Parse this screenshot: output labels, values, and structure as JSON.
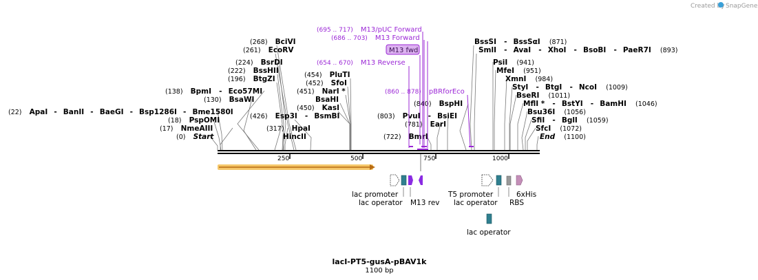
{
  "credit": {
    "text": "Created by",
    "brand": "SnapGene"
  },
  "title": "lacI-PT5-gusA-pBAV1k",
  "subtitle": "1100 bp",
  "sequence_length": 1100,
  "axis_ticks": [
    250,
    500,
    750,
    1000
  ],
  "enzymes": [
    {
      "pos": "(22)",
      "items": [
        "ApaI",
        "BanII",
        "BaeGI",
        "Bsp1286I",
        "Bme1580I"
      ]
    },
    {
      "pos": "(18)",
      "items": [
        "PspOMI"
      ]
    },
    {
      "pos": "(17)",
      "items": [
        "NmeAIII"
      ]
    },
    {
      "pos": "(0)",
      "items": [
        "Start"
      ]
    },
    {
      "pos": "(268)",
      "items": [
        "BciVI"
      ]
    },
    {
      "pos": "(261)",
      "items": [
        "EcoRV"
      ]
    },
    {
      "pos": "(224)",
      "items": [
        "BsrDI"
      ]
    },
    {
      "pos": "(222)",
      "items": [
        "BssHII"
      ]
    },
    {
      "pos": "(196)",
      "items": [
        "BtgZI"
      ]
    },
    {
      "pos": "(138)",
      "items": [
        "BpmI",
        "Eco57MI"
      ]
    },
    {
      "pos": "(130)",
      "items": [
        "BsaWI"
      ]
    },
    {
      "pos": "(426)",
      "items": [
        "Esp3I",
        "BsmBI"
      ]
    },
    {
      "pos": "(317)",
      "items": [
        "HpaI"
      ]
    },
    {
      "pos": "",
      "items": [
        "HincII"
      ]
    },
    {
      "pos": "(454)",
      "items": [
        "PluTI"
      ]
    },
    {
      "pos": "(452)",
      "items": [
        "SfoI"
      ]
    },
    {
      "pos": "(451)",
      "items": [
        "NarI *"
      ]
    },
    {
      "pos": "",
      "items": [
        "BsaHI"
      ]
    },
    {
      "pos": "(450)",
      "items": [
        "KasI"
      ]
    },
    {
      "pos": "(840)",
      "items": [
        "BspHI"
      ]
    },
    {
      "pos": "(803)",
      "items": [
        "PvuI",
        "BsiEI"
      ]
    },
    {
      "pos": "(781)",
      "items": [
        "EarI"
      ]
    },
    {
      "pos": "(722)",
      "items": [
        "BmrI"
      ]
    },
    {
      "pos": "(871)",
      "items": [
        "BssSI",
        "BssSαI"
      ]
    },
    {
      "pos": "(893)",
      "items": [
        "SmlI",
        "AvaI",
        "XhoI",
        "BsoBI",
        "PaeR7I"
      ]
    },
    {
      "pos": "(941)",
      "items": [
        "PsiI"
      ]
    },
    {
      "pos": "(951)",
      "items": [
        "MfeI"
      ]
    },
    {
      "pos": "(984)",
      "items": [
        "XmnI"
      ]
    },
    {
      "pos": "(1009)",
      "items": [
        "StyI",
        "BtgI",
        "NcoI"
      ]
    },
    {
      "pos": "(1011)",
      "items": [
        "BseRI"
      ]
    },
    {
      "pos": "(1046)",
      "items": [
        "MflI *",
        "BstYI",
        "BamHI"
      ]
    },
    {
      "pos": "(1056)",
      "items": [
        "Bsu36I"
      ]
    },
    {
      "pos": "(1059)",
      "items": [
        "SfiI",
        "BglI"
      ]
    },
    {
      "pos": "(1072)",
      "items": [
        "SfcI"
      ]
    },
    {
      "pos": "(1100)",
      "items": [
        "End"
      ]
    }
  ],
  "primers": [
    {
      "range": "(695 .. 717)",
      "name": "M13/pUC Forward"
    },
    {
      "range": "(686 .. 703)",
      "name": "M13 Forward"
    },
    {
      "range": "",
      "name": "M13 fwd"
    },
    {
      "range": "(654 .. 670)",
      "name": "M13 Reverse"
    },
    {
      "range": "(860 .. 878)",
      "name": "pBRforEco"
    }
  ],
  "features": [
    {
      "name": "lac promoter",
      "color": "#ffffff"
    },
    {
      "name": "lac operator",
      "color": "#2f7f8f"
    },
    {
      "name": "M13 rev",
      "color": "#8a2be2"
    },
    {
      "name": "T5 promoter",
      "color": "#ffffff"
    },
    {
      "name": "lac operator",
      "color": "#2f7f8f"
    },
    {
      "name": "RBS",
      "color": "#999999"
    },
    {
      "name": "6xHis",
      "color": "#c48fb8"
    },
    {
      "name": "lac operator",
      "color": "#2f7f8f"
    }
  ],
  "colors": {
    "backbone": "#000000",
    "primer": "#9b27d6",
    "orf_fill": "#f5c76a",
    "orf_arrow": "#b86b12",
    "feature_teal": "#2f7f8f",
    "feature_purple": "#8a2be2"
  }
}
